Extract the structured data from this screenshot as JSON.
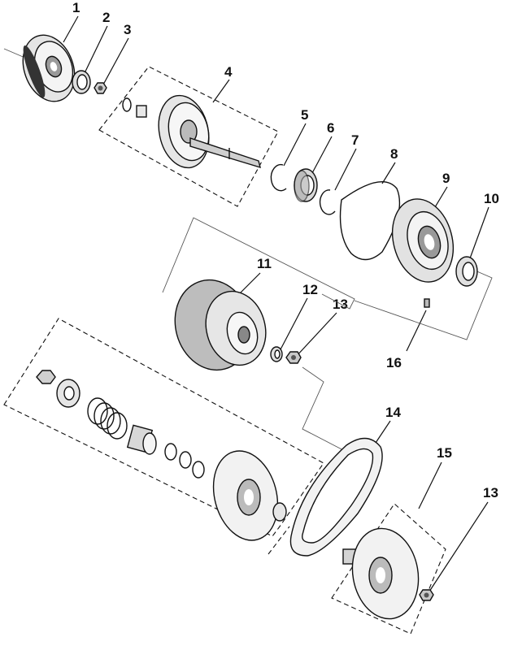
{
  "callouts": [
    {
      "id": "1",
      "part": "clutch-cover-outer"
    },
    {
      "id": "2",
      "part": "oil-seal"
    },
    {
      "id": "3",
      "part": "nut"
    },
    {
      "id": "4",
      "part": "drive-shaft-assembly"
    },
    {
      "id": "5",
      "part": "circlip"
    },
    {
      "id": "6",
      "part": "bearing"
    },
    {
      "id": "7",
      "part": "circlip"
    },
    {
      "id": "8",
      "part": "gasket"
    },
    {
      "id": "9",
      "part": "clutch-housing"
    },
    {
      "id": "10",
      "part": "oil-seal"
    },
    {
      "id": "11",
      "part": "primary-sheave-assembly"
    },
    {
      "id": "12",
      "part": "washer"
    },
    {
      "id": "13",
      "part": "nut"
    },
    {
      "id": "14",
      "part": "v-belt"
    },
    {
      "id": "15",
      "part": "secondary-sheave-assembly"
    },
    {
      "id": "13",
      "part": "nut"
    },
    {
      "id": "16",
      "part": "bolt"
    }
  ]
}
